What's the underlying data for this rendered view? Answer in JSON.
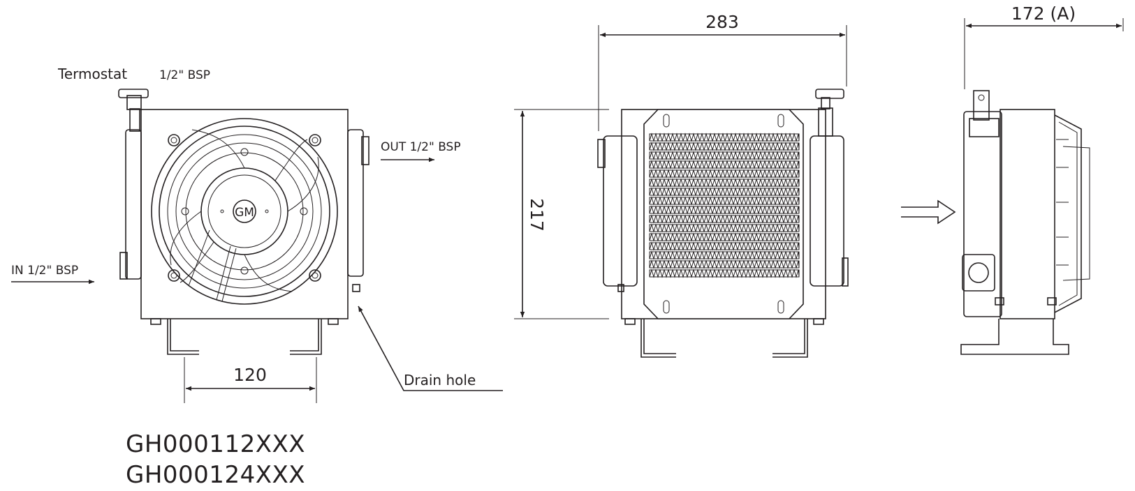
{
  "labels": {
    "thermostat": "Termostat",
    "thermostat_size": "1/2\" BSP",
    "out": "OUT 1/2\" BSP",
    "in": "IN 1/2\" BSP",
    "drain": "Drain hole",
    "logo": "GM"
  },
  "dimensions": {
    "foot_spacing": "120",
    "width": "283",
    "height": "217",
    "depth": "172 (A)"
  },
  "models": [
    "GH000112XXX",
    "GH000124XXX"
  ]
}
